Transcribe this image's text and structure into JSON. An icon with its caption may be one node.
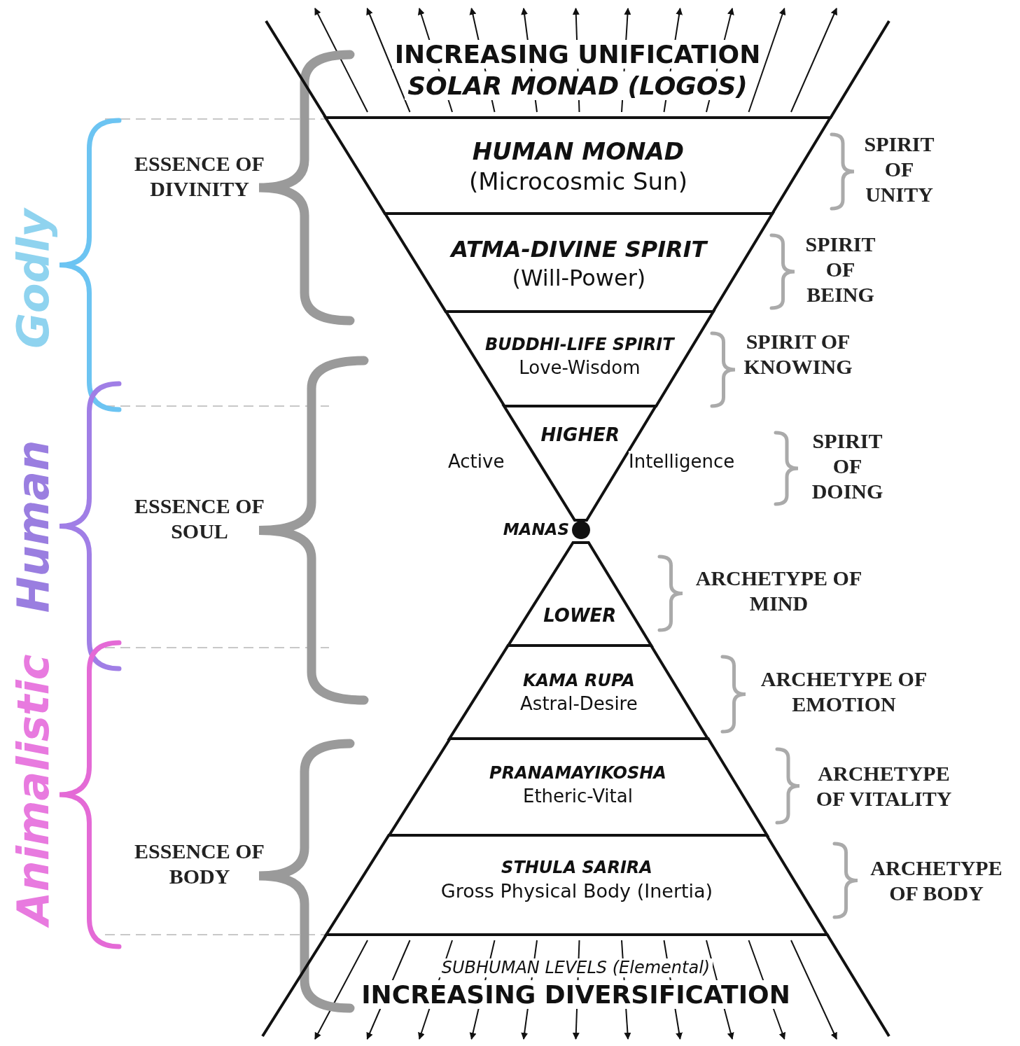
{
  "diagram": {
    "nodes": [
      {
        "text": [
          "INCREASING UNIFICATION",
          "SOLAR MONAD (LOGOS)"
        ]
      },
      {
        "text": [
          "HUMAN MONAD",
          "(Microcosmic Sun)"
        ]
      },
      {
        "text": [
          "ATMA-DIVINE SPIRIT",
          "(Will-Power)"
        ]
      },
      {
        "text": [
          "BUDDHI-LIFE SPIRIT",
          "Love-Wisdom"
        ]
      },
      {
        "text": [
          "HIGHER"
        ]
      },
      {
        "text": [],
        "shape": "circle"
      },
      {
        "text": [
          "LOWER"
        ]
      },
      {
        "text": [
          "KAMA RUPA",
          "Astral-Desire"
        ]
      },
      {
        "text": [
          "PRANAMAYIKOSHA",
          "Etheric-Vital"
        ]
      },
      {
        "text": [
          "STHULA SARIRA",
          "Gross Physical Body (Inertia)"
        ]
      },
      {
        "text": [
          "*SUBHUMAN LEVELS* (Elemental)",
          "INCREASING DIVERSIFICATION"
        ]
      }
    ],
    "labels": [
      "Godly",
      "ESSENCE OF DIVINITY",
      "SPIRIT OF UNITY",
      "SPIRIT OF BEING",
      "SPIRIT OF KNOWING",
      "Active",
      "Intelligence",
      "SPIRIT OF DOING",
      "Human",
      "ESSENCE OF SOUL",
      "MANAS",
      "ARCHETYPE OF MIND",
      "Animalistic",
      "ARCHETYPE OF EMOTION",
      "ARCHETYPE OF VITALITY",
      "ESSENCE OF BODY",
      "ARCHETYPE OF BODY"
    ]
  }
}
